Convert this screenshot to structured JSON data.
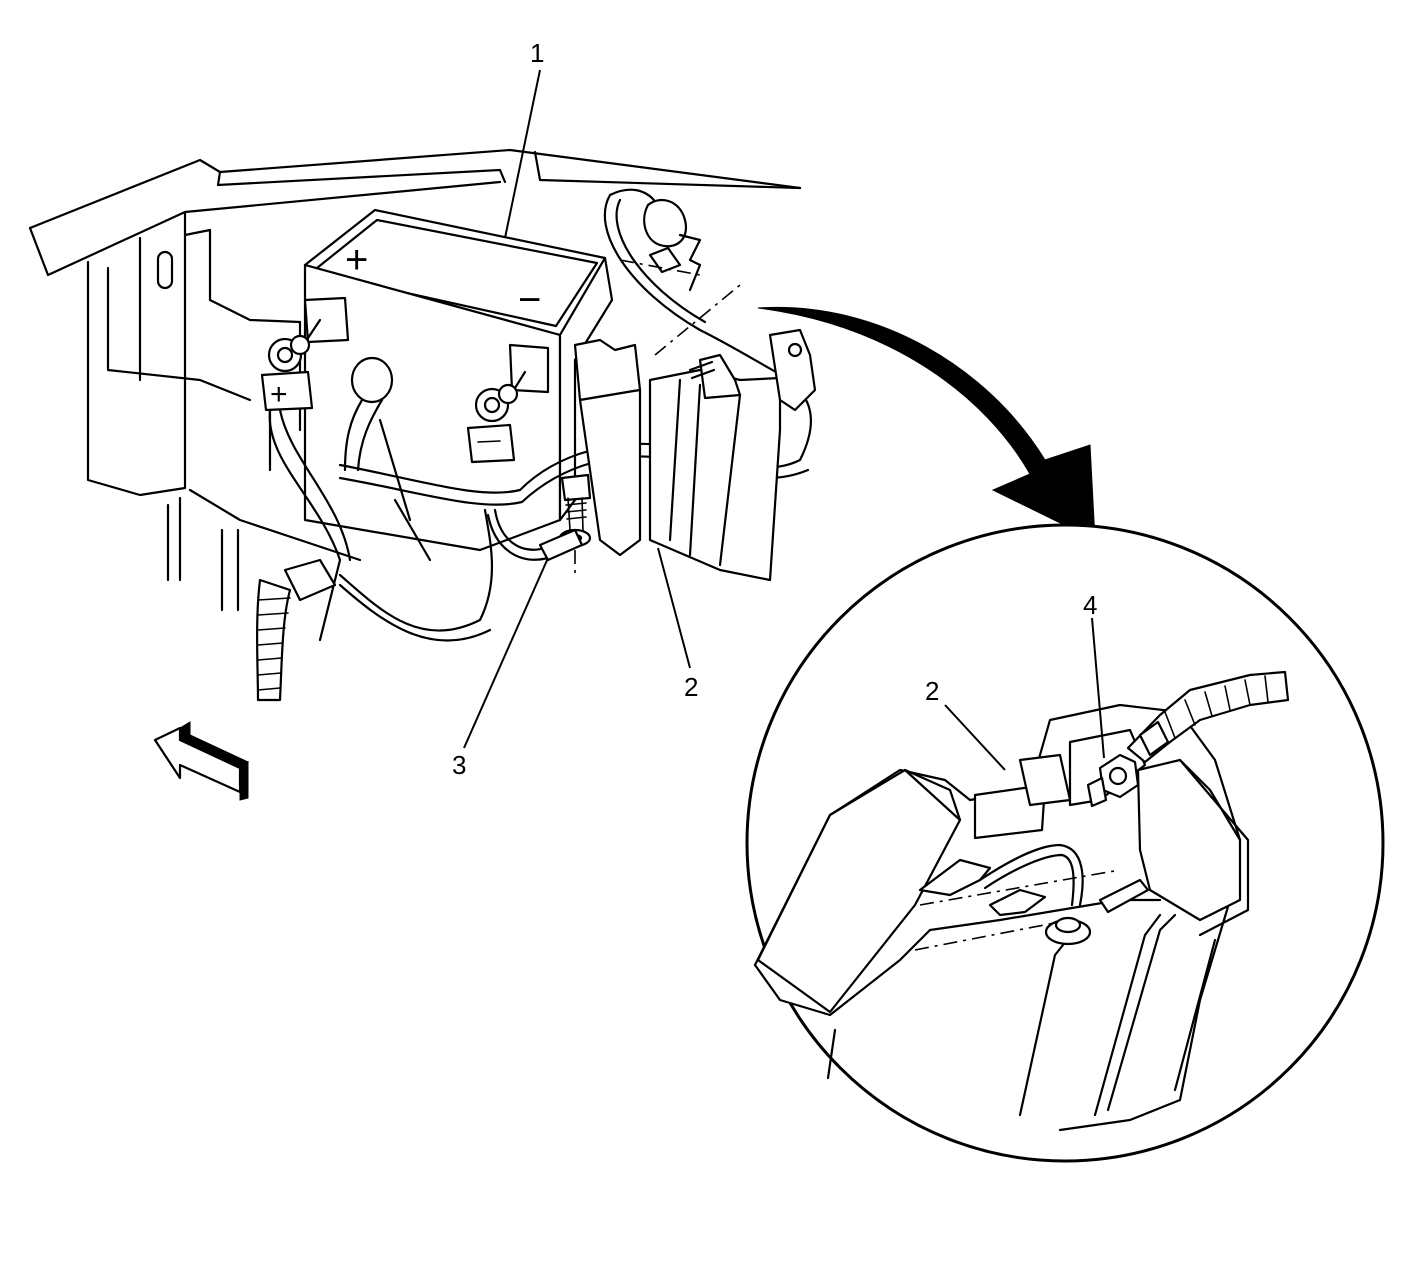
{
  "callouts": [
    {
      "id": "1",
      "label": "1"
    },
    {
      "id": "2",
      "label": "2"
    },
    {
      "id": "3",
      "label": "3"
    },
    {
      "id": "2b",
      "label": "2"
    },
    {
      "id": "4",
      "label": "4"
    }
  ],
  "battery": {
    "positive_symbol": "+",
    "negative_symbol": "−"
  },
  "colors": {
    "line": "#000000",
    "background": "#ffffff"
  },
  "icons": [
    "front-direction-arrow-icon",
    "detail-view-arrow-icon"
  ]
}
